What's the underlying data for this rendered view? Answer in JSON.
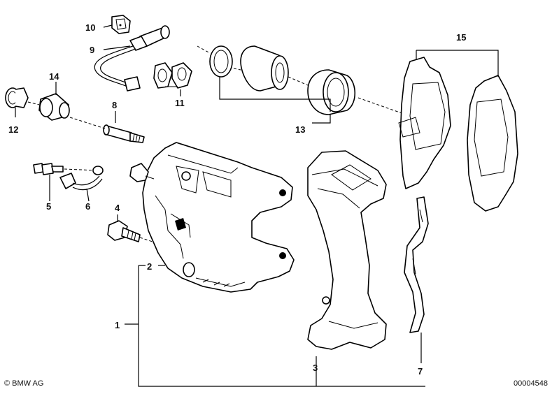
{
  "callouts": [
    "1",
    "2",
    "3",
    "4",
    "5",
    "6",
    "7",
    "8",
    "9",
    "10",
    "11",
    "12",
    "13",
    "14",
    "15"
  ],
  "copyright": "© BMW AG",
  "image_number": "00004548"
}
